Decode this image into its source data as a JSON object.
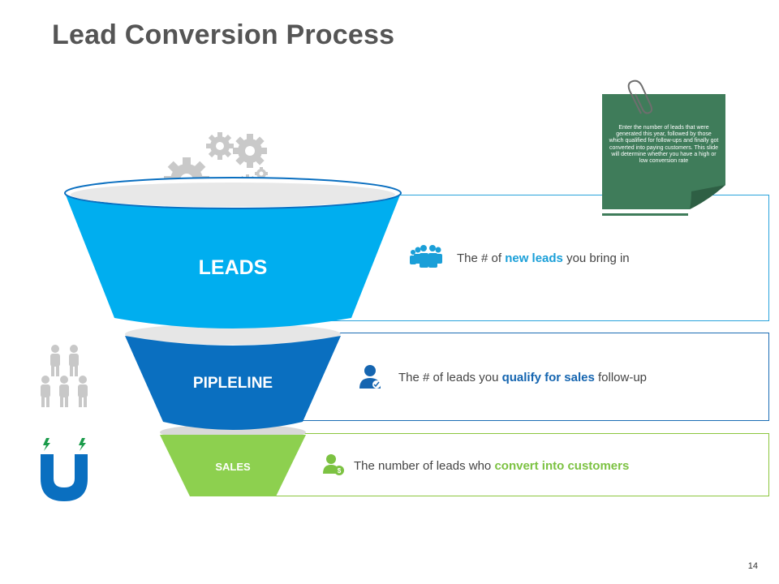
{
  "slide": {
    "title": "Lead Conversion Process",
    "page_number": "14"
  },
  "note": {
    "text": "Enter the number of leads that were generated this year, followed by those which qualified for follow-ups and finally got converted into paying customers. This slide will determine whether you have a high or low conversion rate"
  },
  "stages": [
    {
      "label": "LEADS",
      "desc_pre": "The # of ",
      "desc_highlight": "new leads",
      "desc_post": " you bring in",
      "icon": "group-icon",
      "color": "#00aeef"
    },
    {
      "label": "PIPLELINE",
      "desc_pre": "The # of leads you ",
      "desc_highlight": "qualify for sales",
      "desc_post": " follow-up",
      "icon": "person-check-icon",
      "color": "#0a6fc0"
    },
    {
      "label": "SALES",
      "desc_pre": "The number of leads who ",
      "desc_highlight": "convert into customers",
      "desc_post": "",
      "icon": "person-dollar-icon",
      "color": "#8dd04f"
    }
  ],
  "decor": {
    "gears": "gears-icon",
    "people": "people-group-icon",
    "magnet": "magnet-icon",
    "paperclip": "paperclip-icon"
  }
}
